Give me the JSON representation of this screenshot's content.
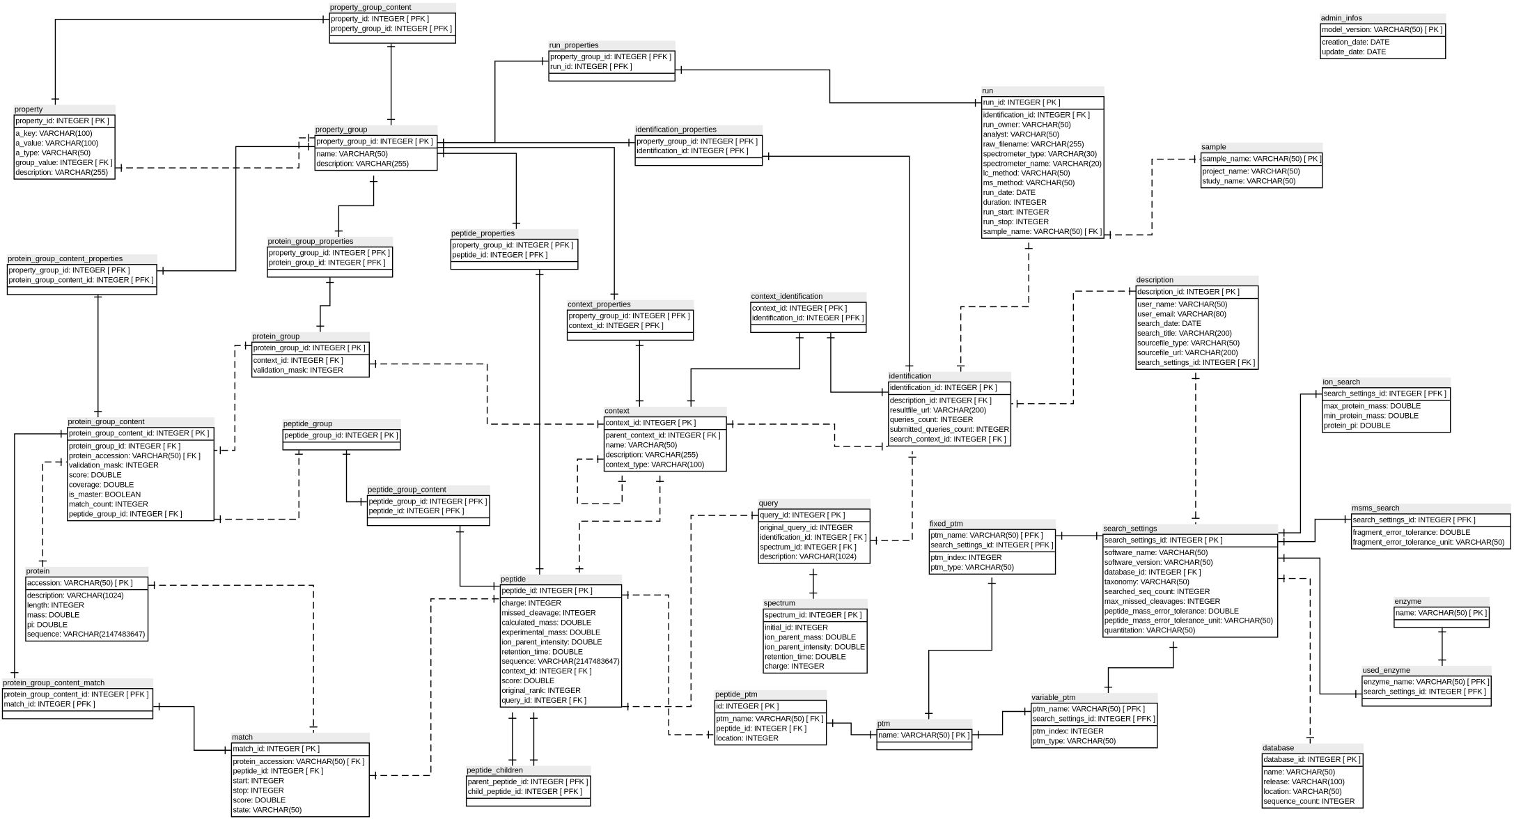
{
  "tables": [
    {
      "id": "property_group_content",
      "title": "property_group_content",
      "pk": [
        "property_id: INTEGER  [ PFK ]",
        "property_group_id: INTEGER  [ PFK ]"
      ],
      "attrs": []
    },
    {
      "id": "run_properties",
      "title": "run_properties",
      "pk": [
        "property_group_id: INTEGER  [ PFK ]",
        "run_id: INTEGER  [ PFK ]"
      ],
      "attrs": []
    },
    {
      "id": "admin_infos",
      "title": "admin_infos",
      "pk": [
        "model_version: VARCHAR(50)  [ PK ]"
      ],
      "attrs": [
        "creation_date: DATE",
        "update_date: DATE"
      ]
    },
    {
      "id": "property",
      "title": "property",
      "pk": [
        "property_id: INTEGER  [ PK ]"
      ],
      "attrs": [
        "a_key: VARCHAR(100)",
        "a_value: VARCHAR(100)",
        "a_type: VARCHAR(50)",
        "group_value: INTEGER  [ FK ]",
        "description: VARCHAR(255)"
      ]
    },
    {
      "id": "property_group",
      "title": "property_group",
      "pk": [
        "property_group_id: INTEGER  [ PK ]"
      ],
      "attrs": [
        "name: VARCHAR(50)",
        "description: VARCHAR(255)"
      ]
    },
    {
      "id": "identification_properties",
      "title": "identification_properties",
      "pk": [
        "property_group_id: INTEGER  [ PFK ]",
        "identification_id: INTEGER  [ PFK ]"
      ],
      "attrs": []
    },
    {
      "id": "run",
      "title": "run",
      "pk": [
        "run_id: INTEGER  [ PK ]"
      ],
      "attrs": [
        "identification_id: INTEGER  [ FK ]",
        "run_owner: VARCHAR(50)",
        "analyst: VARCHAR(50)",
        "raw_filename: VARCHAR(255)",
        "spectrometer_type: VARCHAR(30)",
        "spectrometer_name: VARCHAR(20)",
        "lc_method: VARCHAR(50)",
        "ms_method: VARCHAR(50)",
        "run_date: DATE",
        "duration: INTEGER",
        "run_start: INTEGER",
        "run_stop: INTEGER",
        "sample_name: VARCHAR(50)  [ FK ]"
      ]
    },
    {
      "id": "sample",
      "title": "sample",
      "pk": [
        "sample_name: VARCHAR(50)  [ PK ]"
      ],
      "attrs": [
        "project_name: VARCHAR(50)",
        "study_name: VARCHAR(50)"
      ]
    },
    {
      "id": "protein_group_properties",
      "title": "protein_group_properties",
      "pk": [
        "property_group_id: INTEGER  [ PFK ]",
        "protein_group_id: INTEGER  [ PFK ]"
      ],
      "attrs": []
    },
    {
      "id": "peptide_properties",
      "title": "peptide_properties",
      "pk": [
        "property_group_id: INTEGER  [ PFK ]",
        "peptide_id: INTEGER  [ PFK ]"
      ],
      "attrs": []
    },
    {
      "id": "protein_group_content_properties",
      "title": "protein_group_content_properties",
      "pk": [
        "property_group_id: INTEGER  [ PFK ]",
        "protein_group_content_id: INTEGER  [ PFK ]"
      ],
      "attrs": []
    },
    {
      "id": "description",
      "title": "description",
      "pk": [
        "description_id: INTEGER  [ PK ]"
      ],
      "attrs": [
        "user_name: VARCHAR(50)",
        "user_email: VARCHAR(80)",
        "search_date: DATE",
        "search_title: VARCHAR(200)",
        "sourcefile_type: VARCHAR(50)",
        "sourcefile_url: VARCHAR(200)",
        "search_settings_id: INTEGER  [ FK ]"
      ]
    },
    {
      "id": "context_identification",
      "title": "context_identification",
      "pk": [
        "context_id: INTEGER  [ PFK ]",
        "identification_id: INTEGER  [ PFK ]"
      ],
      "attrs": []
    },
    {
      "id": "context_properties",
      "title": "context_properties",
      "pk": [
        "property_group_id: INTEGER  [ PFK ]",
        "context_id: INTEGER  [ PFK ]"
      ],
      "attrs": []
    },
    {
      "id": "protein_group",
      "title": "protein_group",
      "pk": [
        "protein_group_id: INTEGER  [ PK ]"
      ],
      "attrs": [
        "context_id: INTEGER  [ FK ]",
        "validation_mask: INTEGER"
      ]
    },
    {
      "id": "identification",
      "title": "identification",
      "pk": [
        "identification_id: INTEGER  [ PK ]"
      ],
      "attrs": [
        "description_id: INTEGER  [ FK ]",
        "resultfile_url: VARCHAR(200)",
        "queries_count: INTEGER",
        "submitted_queries_count: INTEGER",
        "search_context_id: INTEGER  [ FK ]"
      ]
    },
    {
      "id": "ion_search",
      "title": "ion_search",
      "pk": [
        "search_settings_id: INTEGER  [ PFK ]"
      ],
      "attrs": [
        "max_protein_mass: DOUBLE",
        "min_protein_mass: DOUBLE",
        "protein_pi: DOUBLE"
      ]
    },
    {
      "id": "context",
      "title": "context",
      "pk": [
        "context_id: INTEGER  [ PK ]"
      ],
      "attrs": [
        "parent_context_id: INTEGER  [ FK ]",
        "name: VARCHAR(50)",
        "description: VARCHAR(255)",
        "context_type: VARCHAR(100)"
      ]
    },
    {
      "id": "protein_group_content",
      "title": "protein_group_content",
      "pk": [
        "protein_group_content_id: INTEGER  [ PK ]"
      ],
      "attrs": [
        "protein_group_id: INTEGER  [ FK ]",
        "protein_accession: VARCHAR(50)  [ FK ]",
        "validation_mask: INTEGER",
        "score: DOUBLE",
        "coverage: DOUBLE",
        "is_master: BOOLEAN",
        "match_count: INTEGER",
        "peptide_group_id: INTEGER  [ FK ]"
      ]
    },
    {
      "id": "peptide_group",
      "title": "peptide_group",
      "pk": [
        "peptide_group_id: INTEGER  [ PK ]"
      ],
      "attrs": []
    },
    {
      "id": "peptide_group_content",
      "title": "peptide_group_content",
      "pk": [
        "peptide_group_id: INTEGER  [ PFK ]",
        "peptide_id: INTEGER  [ PFK ]"
      ],
      "attrs": []
    },
    {
      "id": "query",
      "title": "query",
      "pk": [
        "query_id: INTEGER  [ PK ]"
      ],
      "attrs": [
        "original_query_id: INTEGER",
        "identification_id: INTEGER  [ FK ]",
        "spectrum_id: INTEGER  [ FK ]",
        "description: VARCHAR(1024)"
      ]
    },
    {
      "id": "msms_search",
      "title": "msms_search",
      "pk": [
        "search_settings_id: INTEGER  [ PFK ]"
      ],
      "attrs": [
        "fragment_error_tolerance: DOUBLE",
        "fragment_error_tolerance_unit: VARCHAR(50)"
      ]
    },
    {
      "id": "fixed_ptm",
      "title": "fixed_ptm",
      "pk": [
        "ptm_name: VARCHAR(50)  [ PFK ]",
        "search_settings_id: INTEGER  [ PFK ]"
      ],
      "attrs": [
        "ptm_index: INTEGER",
        "ptm_type: VARCHAR(50)"
      ]
    },
    {
      "id": "search_settings",
      "title": "search_settings",
      "pk": [
        "search_settings_id: INTEGER  [ PK ]"
      ],
      "attrs": [
        "software_name: VARCHAR(50)",
        "software_version: VARCHAR(50)",
        "database_id: INTEGER  [ FK ]",
        "taxonomy: VARCHAR(50)",
        "searched_seq_count: INTEGER",
        "max_missed_cleavages: INTEGER",
        "peptide_mass_error_tolerance: DOUBLE",
        "peptide_mass_error_tolerance_unit: VARCHAR(50)",
        "quantitation: VARCHAR(50)"
      ]
    },
    {
      "id": "protein",
      "title": "protein",
      "pk": [
        "accession: VARCHAR(50)  [ PK ]"
      ],
      "attrs": [
        "description: VARCHAR(1024)",
        "length: INTEGER",
        "mass: DOUBLE",
        "pi: DOUBLE",
        "sequence: VARCHAR(2147483647)"
      ]
    },
    {
      "id": "peptide",
      "title": "peptide",
      "pk": [
        "peptide_id: INTEGER  [ PK ]"
      ],
      "attrs": [
        "charge: INTEGER",
        "missed_cleavage: INTEGER",
        "calculated_mass: DOUBLE",
        "experimental_mass: DOUBLE",
        "ion_parent_intensity: DOUBLE",
        "retention_time: DOUBLE",
        "sequence: VARCHAR(2147483647)",
        "context_id: INTEGER  [ FK ]",
        "score: DOUBLE",
        "original_rank: INTEGER",
        "query_id: INTEGER  [ FK ]"
      ]
    },
    {
      "id": "spectrum",
      "title": "spectrum",
      "pk": [
        "spectrum_id: INTEGER  [ PK ]"
      ],
      "attrs": [
        "initial_id: INTEGER",
        "ion_parent_mass: DOUBLE",
        "ion_parent_intensity: DOUBLE",
        "retention_time: DOUBLE",
        "charge: INTEGER"
      ]
    },
    {
      "id": "enzyme",
      "title": "enzyme",
      "pk": [
        "name: VARCHAR(50)  [ PK ]"
      ],
      "attrs": []
    },
    {
      "id": "used_enzyme",
      "title": "used_enzyme",
      "pk": [
        "enzyme_name: VARCHAR(50)  [ PFK ]",
        "search_settings_id: INTEGER  [ PFK ]"
      ],
      "attrs": []
    },
    {
      "id": "protein_group_content_match",
      "title": "protein_group_content_match",
      "pk": [
        "protein_group_content_id: INTEGER  [ PFK ]",
        "match_id: INTEGER  [ PFK ]"
      ],
      "attrs": []
    },
    {
      "id": "peptide_ptm",
      "title": "peptide_ptm",
      "pk": [
        "id: INTEGER  [ PK ]"
      ],
      "attrs": [
        "ptm_name: VARCHAR(50)  [ FK ]",
        "peptide_id: INTEGER  [ FK ]",
        "location: INTEGER"
      ]
    },
    {
      "id": "variable_ptm",
      "title": "variable_ptm",
      "pk": [
        "ptm_name: VARCHAR(50)  [ PFK ]",
        "search_settings_id: INTEGER  [ PFK ]"
      ],
      "attrs": [
        "ptm_index: INTEGER",
        "ptm_type: VARCHAR(50)"
      ]
    },
    {
      "id": "ptm",
      "title": "ptm",
      "pk": [
        "name: VARCHAR(50)  [ PK ]"
      ],
      "attrs": []
    },
    {
      "id": "match",
      "title": "match",
      "pk": [
        "match_id: INTEGER  [ PK ]"
      ],
      "attrs": [
        "protein_accession: VARCHAR(50)  [ FK ]",
        "peptide_id: INTEGER  [ FK ]",
        "start: INTEGER",
        "stop: INTEGER",
        "score: DOUBLE",
        "state: VARCHAR(50)"
      ]
    },
    {
      "id": "database",
      "title": "database",
      "pk": [
        "database_id: INTEGER  [ PK ]"
      ],
      "attrs": [
        "name: VARCHAR(50)",
        "release: VARCHAR(100)",
        "location: VARCHAR(50)",
        "sequence_count: INTEGER"
      ]
    },
    {
      "id": "peptide_children",
      "title": "peptide_children",
      "pk": [
        "parent_peptide_id: INTEGER  [ PFK ]",
        "child_peptide_id: INTEGER  [ PFK ]"
      ],
      "attrs": []
    }
  ]
}
